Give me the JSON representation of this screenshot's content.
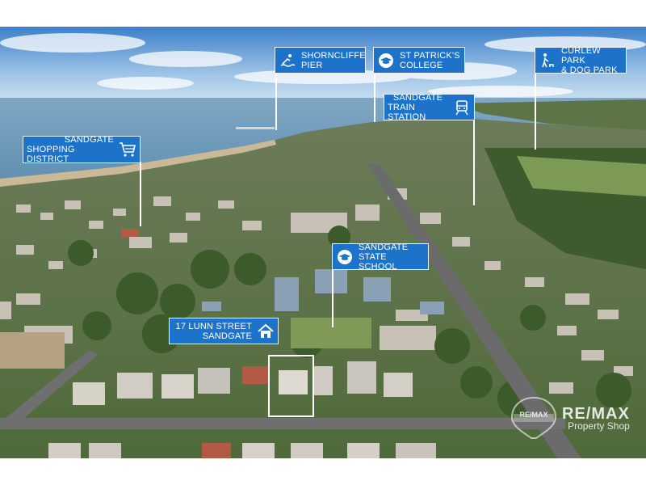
{
  "photo": {
    "subject": "aerial-suburb-view"
  },
  "labels": {
    "shorncliffe_pier": {
      "line1": "SHORNCLIFFE",
      "line2": "PIER",
      "icon": "pier-swimmer-icon"
    },
    "st_patricks_college": {
      "line1": "ST PATRICK'S",
      "line2": "COLLEGE",
      "icon": "graduation-cap-icon"
    },
    "curlew_park": {
      "line1": "CURLEW PARK",
      "line2": "& DOG PARK",
      "icon": "dog-walker-icon"
    },
    "train_station": {
      "line1": "SANDGATE",
      "line2": "TRAIN STATION",
      "icon": "train-icon"
    },
    "shopping_district": {
      "line1": "SANDGATE",
      "line2": "SHOPPING DISTRICT",
      "icon": "shopping-cart-icon"
    },
    "state_school": {
      "line1": "SANDGATE",
      "line2": "STATE SCHOOL",
      "icon": "graduation-cap-icon"
    },
    "property": {
      "line1": "17 LUNN STREET",
      "line2": "SANDGATE",
      "icon": "house-icon"
    }
  },
  "brand": {
    "name": "RE/MAX",
    "sub": "Property Shop",
    "badge": "RE/MAX"
  },
  "colors": {
    "label_blue": "#1d73c9",
    "outline": "#ffffff"
  }
}
